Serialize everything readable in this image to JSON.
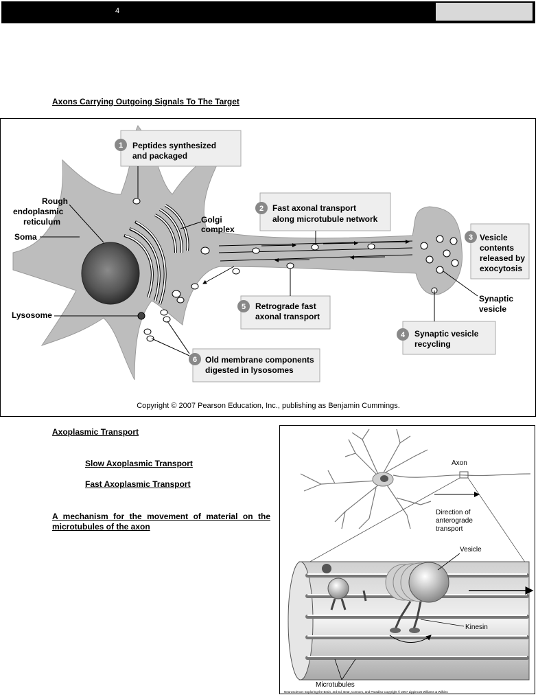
{
  "header": {
    "page_number": "4"
  },
  "section1": {
    "title": "Axons Carrying Outgoing Signals To The Target"
  },
  "figure1": {
    "callouts": {
      "c1": {
        "num": "1",
        "line1": "Peptides synthesized",
        "line2": "and packaged"
      },
      "c2": {
        "num": "2",
        "line1": "Fast axonal transport",
        "line2": "along microtubule network"
      },
      "c3": {
        "num": "3",
        "line1": "Vesicle",
        "line2": "contents",
        "line3": "released by",
        "line4": "exocytosis"
      },
      "c4": {
        "num": "4",
        "line1": "Synaptic vesicle",
        "line2": "recycling"
      },
      "c5": {
        "num": "5",
        "line1": "Retrograde fast",
        "line2": "axonal transport"
      },
      "c6": {
        "num": "6",
        "line1": "Old membrane components",
        "line2": "digested in lysosomes"
      }
    },
    "labels": {
      "rough1": "Rough",
      "rough2": "endoplasmic",
      "rough3": "reticulum",
      "soma": "Soma",
      "golgi1": "Golgi",
      "golgi2": "complex",
      "lysosome": "Lysosome",
      "synaptic1": "Synaptic",
      "synaptic2": "vesicle"
    },
    "copyright": "Copyright © 2007 Pearson Education, Inc., publishing as Benjamin Cummings."
  },
  "section2": {
    "title": "Axoplasmic Transport",
    "slow": "Slow  Axoplasmic  Transport",
    "fast": "Fast  Axoplasmic  Transport",
    "mechanism": "A mechanism for the movement of material on the microtubules of the axon"
  },
  "figure2": {
    "axon": "Axon",
    "direction1": "Direction of",
    "direction2": "anterograde",
    "direction3": "transport",
    "vesicle": "Vesicle",
    "kinesin": "Kinesin",
    "microtubules": "Microtubules",
    "credit": "Neuroscience: Exploring the Brain, 3rd Ed, Bear, Connors, and Paradiso Copyright © 2007 Lippincott Williams & Wilkins"
  }
}
